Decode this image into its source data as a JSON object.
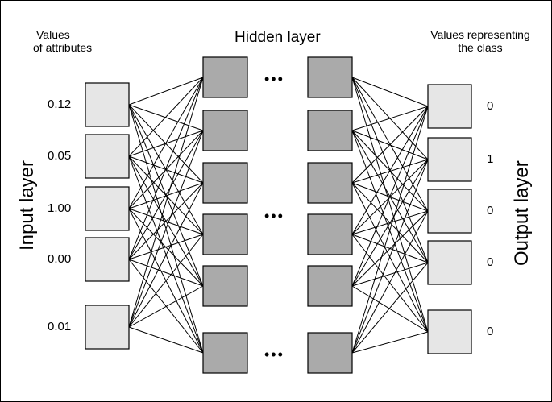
{
  "labels": {
    "input_header_line1": "Values",
    "input_header_line2": "of attributes",
    "hidden_title": "Hidden layer",
    "output_header_line1": "Values representing",
    "output_header_line2": "the class",
    "input_layer": "Input layer",
    "output_layer": "Output layer",
    "ellipsis": "•••"
  },
  "input_values": [
    "0.12",
    "0.05",
    "1.00",
    "0.00",
    "0.01"
  ],
  "output_values": [
    "0",
    "1",
    "0",
    "0",
    "0"
  ],
  "colors": {
    "input_node": "#e6e6e6",
    "hidden_node": "#aaaaaa",
    "output_node": "#e6e6e6",
    "line": "#000000"
  }
}
